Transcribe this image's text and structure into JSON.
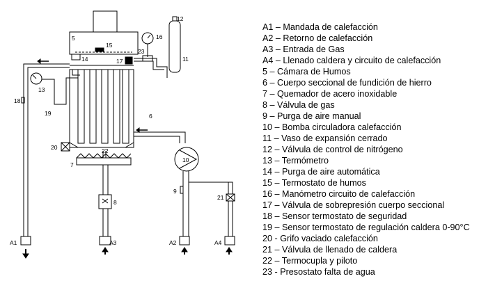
{
  "legend": [
    "A1 – Mandada de calefacción",
    "A2 – Retorno de calefacción",
    "A3 – Entrada de Gas",
    "A4 – Llenado caldera y circuito de calefacción",
    "5 – Cámara de Humos",
    "6 – Cuerpo seccional de fundición de hierro",
    "7 – Quemador de acero inoxidable",
    "8 – Válvula de gas",
    "9 – Purga de aire manual",
    "10 – Bomba circuladora calefacción",
    "11 – Vaso de expansión cerrado",
    "12 – Válvula de control de nitrógeno",
    "13 – Termómetro",
    "14 – Purga de aire automática",
    "15 – Termostato de humos",
    "16 – Manómetro circuito de calefacción",
    "17 – Válvula de sobrepresión cuerpo seccional",
    "18 – Sensor termostato de seguridad",
    "19 – Sensor termostato de regulación caldera 0-90°C",
    "20 - Grifo vaciado calefacción",
    "21 – Válvula de llenado de caldera",
    "22 – Termocupla y piloto",
    "23 - Presostato falta de agua"
  ],
  "labels": {
    "n5": "5",
    "n6": "6",
    "n7": "7",
    "n8": "8",
    "n9": "9",
    "n10": "10",
    "n11": "11",
    "n12": "12",
    "n13": "13",
    "n14": "14",
    "n15": "15",
    "n16": "16",
    "n17": "17",
    "n18": "18",
    "n19": "19",
    "n20": "20",
    "n21": "21",
    "n22": "22",
    "n23": "23",
    "a1": "A1",
    "a2": "A2",
    "a3": "A3",
    "a4": "A4"
  }
}
